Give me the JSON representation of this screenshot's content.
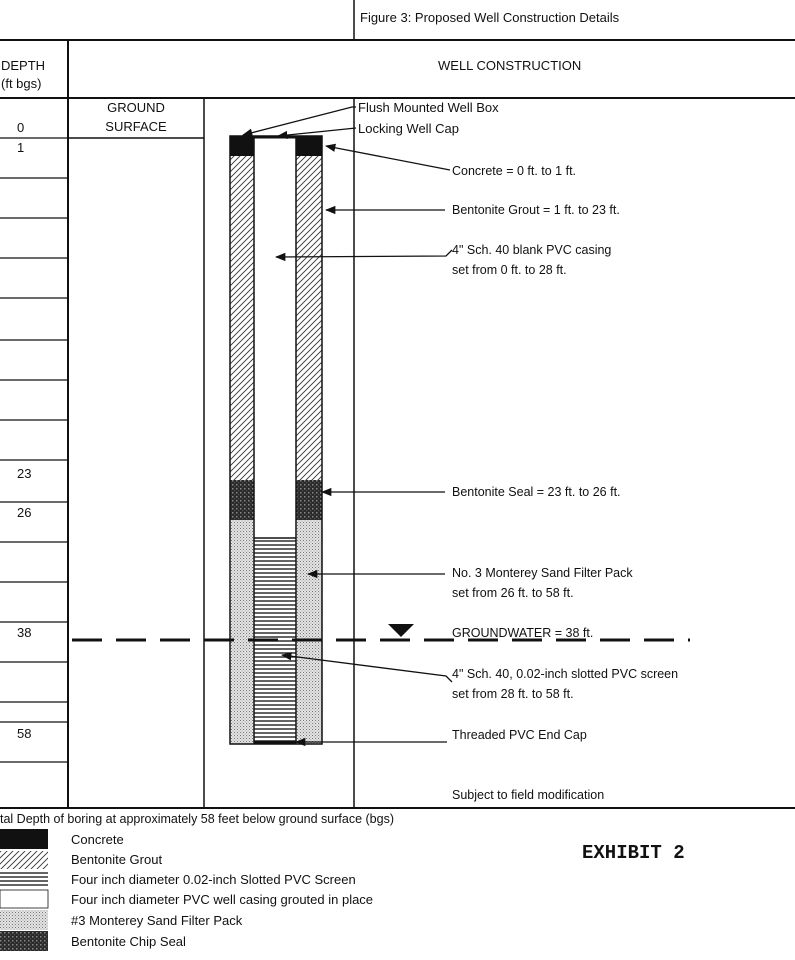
{
  "title": "Figure 3: Proposed Well Construction Details",
  "headers": {
    "depth_line1": "DEPTH",
    "depth_line2": "(ft bgs)",
    "well_construction": "WELL CONSTRUCTION",
    "ground_line1": "GROUND",
    "ground_line2": "SURFACE"
  },
  "depth_labels": [
    "0",
    "1",
    "23",
    "26",
    "38",
    "58"
  ],
  "callouts": {
    "well_box": "Flush Mounted Well Box",
    "well_cap": "Locking Well Cap",
    "concrete": "Concrete =  0 ft. to 1 ft.",
    "grout": "Bentonite Grout  =  1 ft. to 23 ft.",
    "casing_line1": "4\" Sch. 40 blank PVC casing",
    "casing_line2": "set from 0 ft. to 28 ft.",
    "seal": "Bentonite Seal  =  23 ft. to 26 ft.",
    "sand_line1": "No. 3 Monterey Sand Filter Pack",
    "sand_line2": "set from 26 ft. to 58 ft.",
    "groundwater": "GROUNDWATER  = 38 ft.",
    "screen_line1": "4\" Sch. 40, 0.02-inch slotted PVC screen",
    "screen_line2": "set from 28 ft. to 58 ft.",
    "end_cap": "Threaded PVC End Cap",
    "field_mod": "Subject to field modification"
  },
  "footer_note": "tal Depth of boring at approximately 58 feet below ground surface (bgs)",
  "legend": [
    {
      "symbol": "concrete",
      "label": "Concrete"
    },
    {
      "symbol": "grout",
      "label": "Bentonite Grout"
    },
    {
      "symbol": "screen",
      "label": "Four inch diameter 0.02-inch Slotted PVC Screen"
    },
    {
      "symbol": "casing",
      "label": "Four inch diameter PVC well casing grouted in place"
    },
    {
      "symbol": "sand",
      "label": "#3 Monterey Sand Filter Pack"
    },
    {
      "symbol": "chip-seal",
      "label": "Bentonite Chip Seal"
    }
  ],
  "exhibit": "EXHIBIT 2"
}
